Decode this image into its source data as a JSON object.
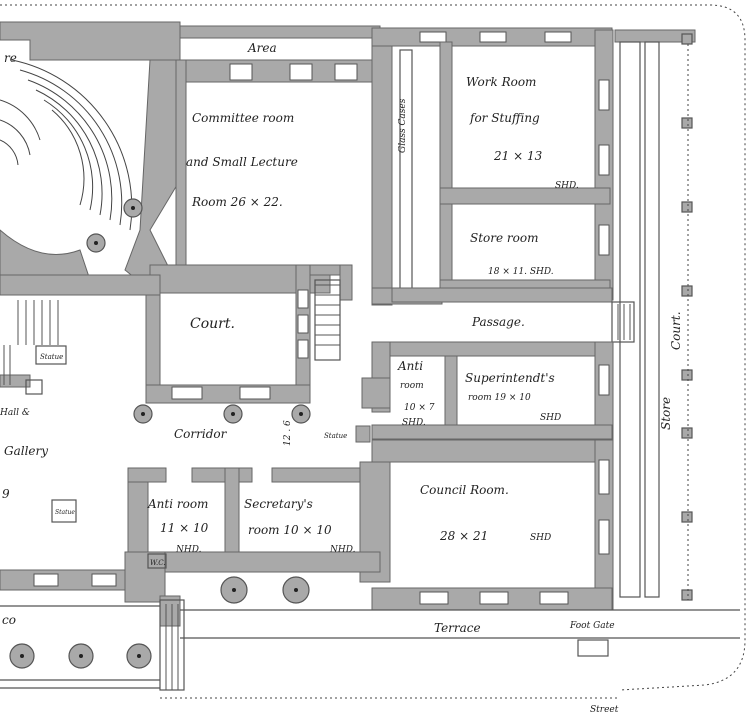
{
  "rooms": {
    "area": "Area",
    "committee_1": "Committee room",
    "committee_2": "and Small Lecture",
    "committee_3": "Room 26 × 22.",
    "work_1": "Work Room",
    "work_2": "for Stuffing",
    "work_3": "21 × 13",
    "work_shd": "SHD.",
    "glass_cases": "Glass Cases",
    "store_1": "Store room",
    "store_2": "18 × 11. SHD.",
    "court": "Court.",
    "passage": "Passage.",
    "anti1_1": "Anti",
    "anti1_2": "room",
    "anti1_3": "10 × 7",
    "anti1_shd": "SHD.",
    "super_1": "Superintendt's",
    "super_2": "room 19 × 10",
    "super_shd": "SHD",
    "corridor": "Corridor",
    "corridor_dim": "12 . 6",
    "hall_1": "Hall &",
    "hall_2": "Gallery",
    "hall_3": "9",
    "council_1": "Council Room.",
    "council_2": "28 × 21",
    "council_shd": "SHD",
    "anti2_1": "Anti room",
    "anti2_2": "11 × 10",
    "anti2_shd": "NHD.",
    "sec_1": "Secretary's",
    "sec_2": "room 10 × 10",
    "sec_shd": "NHD.",
    "wc": "W.C.",
    "statue": "Statue",
    "statue2": "Statue",
    "statue3": "Statue",
    "stairs": "Stairs",
    "terrace": "Terrace",
    "foot_gate": "Foot Gate",
    "store_court_1": "Store",
    "store_court_2": "Court.",
    "left_top": "re",
    "left_bottom": "co",
    "bottom_right": "Street"
  }
}
